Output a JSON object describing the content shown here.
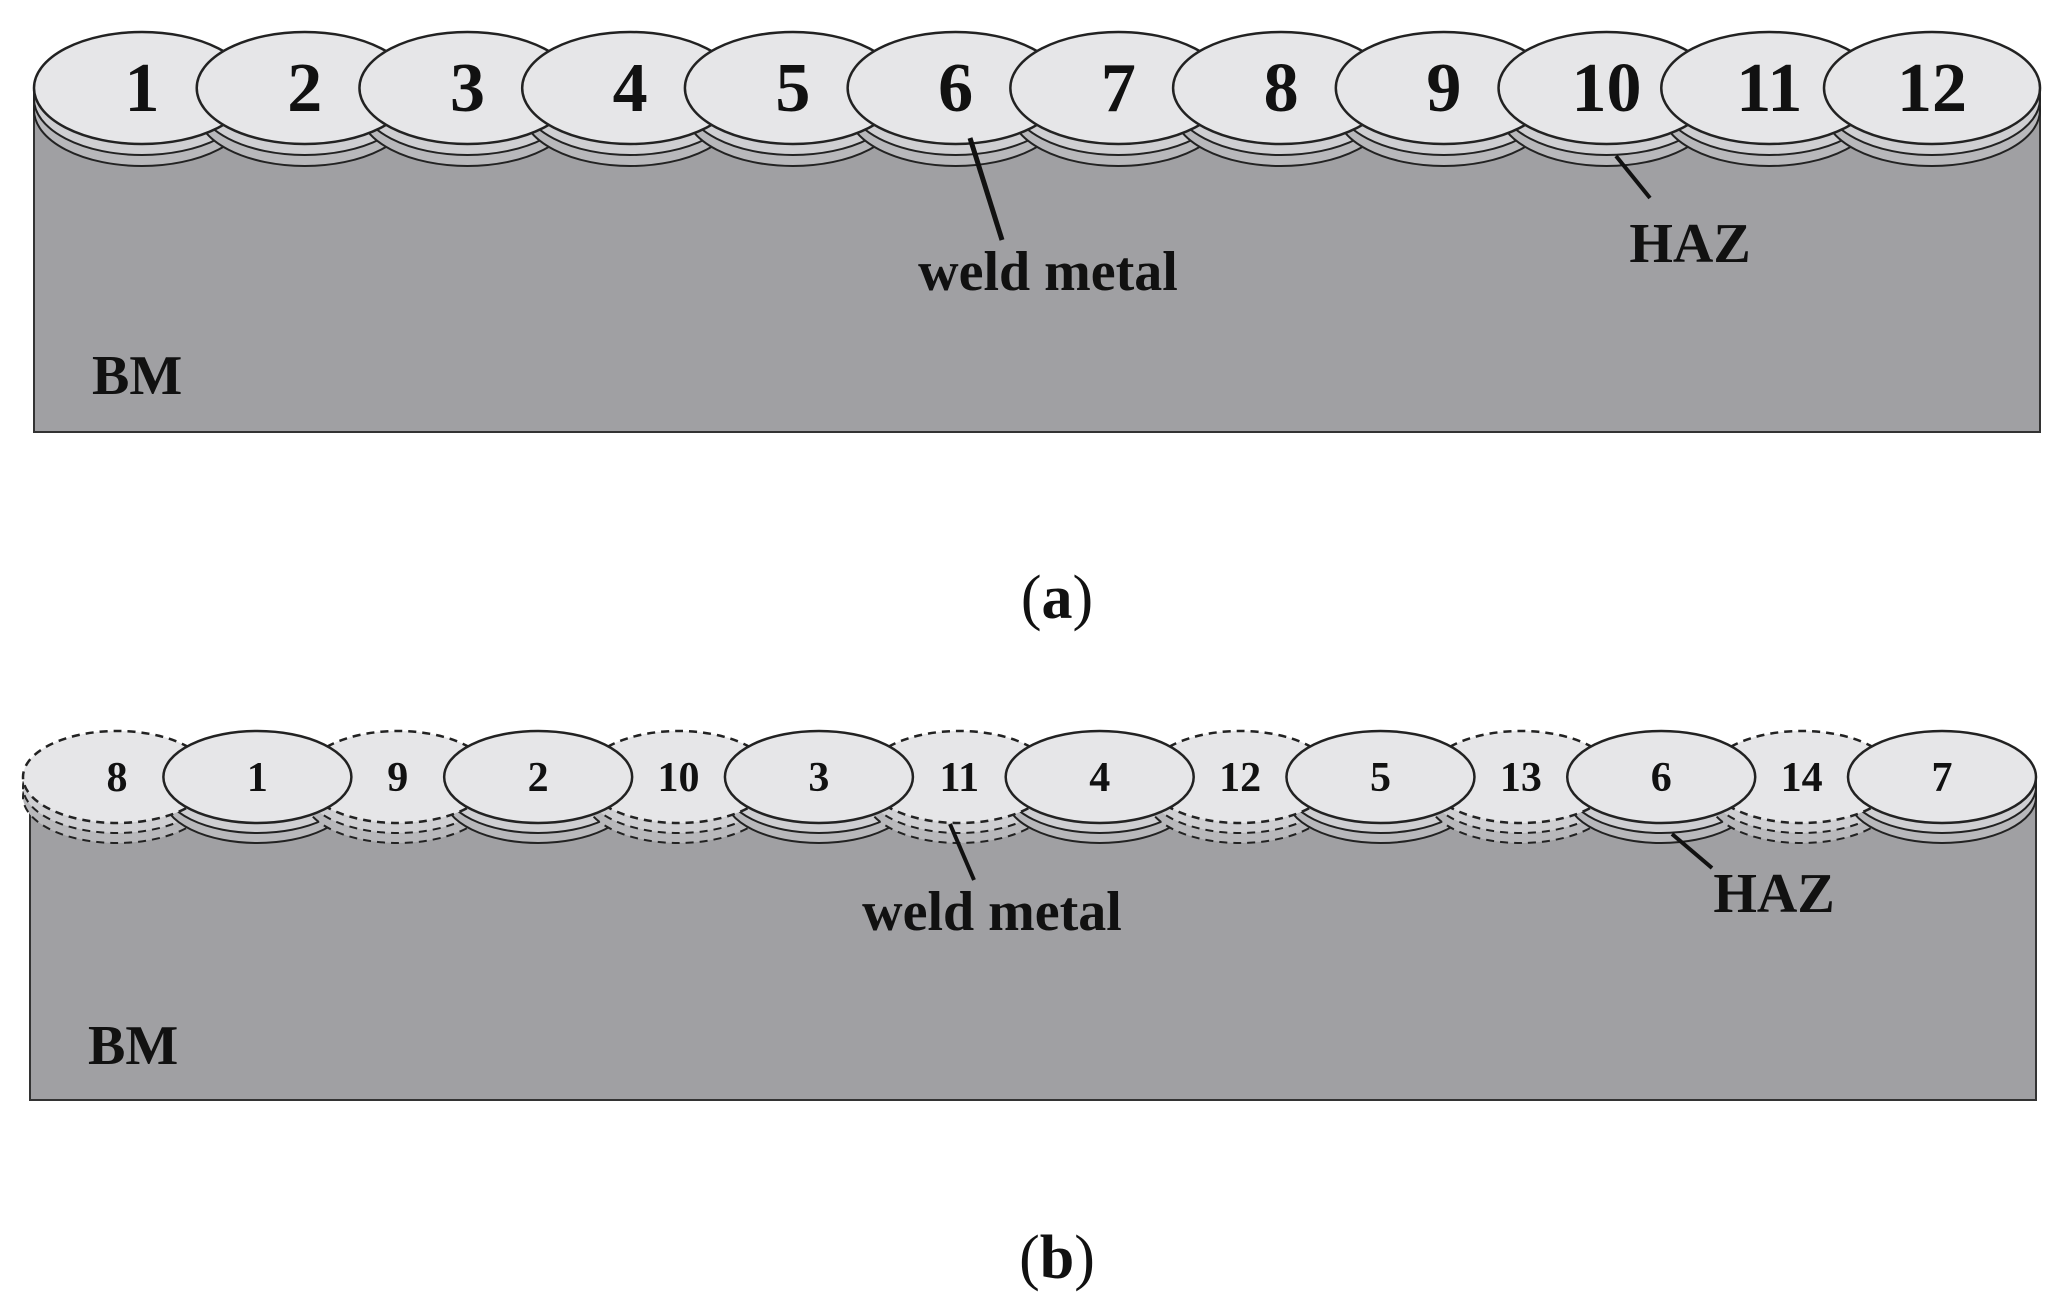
{
  "panels": [
    {
      "id": "a",
      "caption_open": "(",
      "caption_letter": "a",
      "caption_close": ")",
      "bead_sequence": [
        "1",
        "2",
        "3",
        "4",
        "5",
        "6",
        "7",
        "8",
        "9",
        "10",
        "11",
        "12"
      ],
      "bead_style": "solid",
      "labels": {
        "base_metal": "BM",
        "weld_metal": "weld metal",
        "haz": "HAZ"
      }
    },
    {
      "id": "b",
      "caption_open": "(",
      "caption_letter": "b",
      "caption_close": ")",
      "bead_sequence": [
        "8",
        "1",
        "9",
        "2",
        "10",
        "3",
        "11",
        "4",
        "12",
        "5",
        "13",
        "6",
        "14",
        "7"
      ],
      "bead_style": "alternating-dashed",
      "labels": {
        "base_metal": "BM",
        "weld_metal": "weld metal",
        "haz": "HAZ"
      }
    }
  ],
  "colors": {
    "base_metal": "#a0a0a3",
    "bead_top": "#e6e6e8",
    "bead_side": "#cfcfd2",
    "haz_layer": "#b8b8bb",
    "outline": "#222222"
  }
}
